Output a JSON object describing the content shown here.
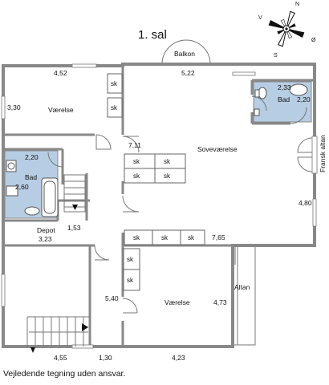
{
  "title": "1. sal",
  "disclaimer": "Vejledende tegning uden ansvar.",
  "compass": {
    "north": "N",
    "east": "Ø",
    "south": "S",
    "west": "V",
    "icon": "compass-rose-icon"
  },
  "rooms": {
    "balkon": "Balkon",
    "vaerelse_top": "Værelse",
    "bad_left": "Bad",
    "depot": "Depot",
    "sovevaerelse": "Soveværelse",
    "bad_right": "Bad",
    "fransk_altan": "Fransk altan",
    "altan": "Altan",
    "vaerelse_bottom": "Værelse"
  },
  "dimensions": {
    "d452": "4,52",
    "d330": "3,30",
    "d522": "5,22",
    "d233": "2,33",
    "d220_right": "2,20",
    "d220_left": "2,20",
    "d260": "2,60",
    "d711": "7,11",
    "d480": "4,80",
    "d153": "1,53",
    "d323": "3,23",
    "d765": "7,65",
    "d540": "5,40",
    "d473": "4,73",
    "d455": "4,55",
    "d130": "1,30",
    "d423": "4,23"
  },
  "storage_label": "sk"
}
